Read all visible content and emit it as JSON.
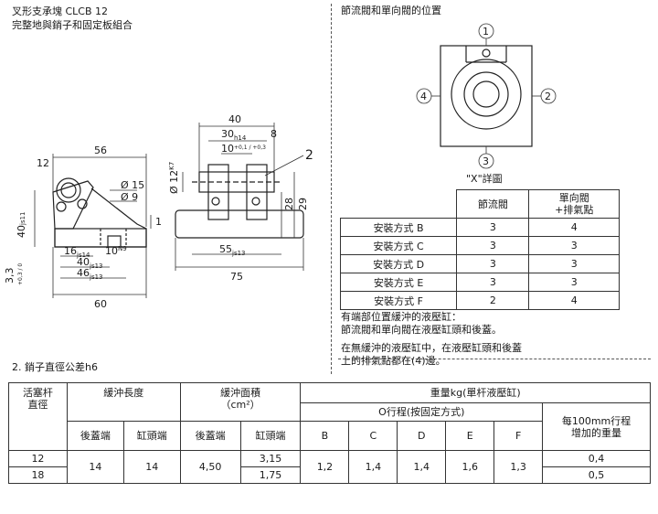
{
  "header": {
    "title": "叉形支承塊 CLCB 12",
    "subtitle": "完整地與銷子和固定板組合"
  },
  "right_header": "節流閥和單向閥的位置",
  "detail": {
    "markers": [
      "1",
      "2",
      "3",
      "4"
    ],
    "caption": "\"X\"詳圖"
  },
  "left_drawing": {
    "dims": {
      "d56": "56",
      "d12": "12",
      "d15": "Ø 15",
      "d9": "Ø 9",
      "d1": "1",
      "d40js11": "40",
      "d40js11_sub": "js11",
      "d33": "3,3",
      "d33_tol": "+0,3 / 0",
      "d16": "16",
      "d16_sub": "js14",
      "d10": "10",
      "d10_sup": "N9",
      "d40b": "40",
      "d40b_sub": "js13",
      "d46": "46",
      "d46_sub": "js13",
      "d60": "60"
    }
  },
  "mid_drawing": {
    "dims": {
      "d40": "40",
      "d30": "30",
      "d30_sub": "h14",
      "d8": "8",
      "d10": "10",
      "d10_tol": "+0,1 / +0,3",
      "d12": "Ø 12",
      "d12_sup": "K7",
      "d28": "28",
      "d29": "29",
      "d55": "55",
      "d55_sub": "js13",
      "d75": "75",
      "callout": "2"
    }
  },
  "install_table": {
    "col_headers": [
      "節流閥",
      "單向閥\n+排氣點"
    ],
    "rows": [
      {
        "label": "安裝方式 B",
        "throttle": "3",
        "check": "4"
      },
      {
        "label": "安裝方式 C",
        "throttle": "3",
        "check": "3"
      },
      {
        "label": "安裝方式 D",
        "throttle": "3",
        "check": "3"
      },
      {
        "label": "安裝方式 E",
        "throttle": "3",
        "check": "3"
      },
      {
        "label": "安裝方式 F",
        "throttle": "2",
        "check": "4"
      }
    ]
  },
  "notes": [
    "有端部位置緩沖的液壓缸：",
    "節流閥和單向閥在液壓缸頭和後蓋。",
    "在無緩沖的液壓缸中，在液壓缸頭和後蓋",
    "上的排氣點都在(4)邊。"
  ],
  "pin_note": "2. 銷子直徑公差h6",
  "bottom_table": {
    "h_piston": "活塞杆\n直徑",
    "h_cushion_len": "緩沖長度",
    "h_cushion_area": "緩沖面積\n（cm²）",
    "h_weight": "重量kg(單杆液壓缸)",
    "h_stroke0": "O行程(按固定方式)",
    "h_per100": "每100mm行程\n增加的重量",
    "sub_rear": "後蓋端",
    "sub_head": "缸頭端",
    "sub_rear2": "後蓋端",
    "sub_head2": "缸頭端",
    "mount_cols": [
      "B",
      "C",
      "D",
      "E",
      "F"
    ],
    "rows": [
      {
        "piston": "12",
        "area_head": "3,15",
        "per100": "0,4"
      },
      {
        "piston": "18",
        "area_head": "1,75",
        "per100": "0,5"
      }
    ],
    "shared": {
      "len_rear": "14",
      "len_head": "14",
      "area_rear": "4,50",
      "w_B": "1,2",
      "w_C": "1,4",
      "w_D": "1,4",
      "w_E": "1,6",
      "w_F": "1,3"
    }
  }
}
